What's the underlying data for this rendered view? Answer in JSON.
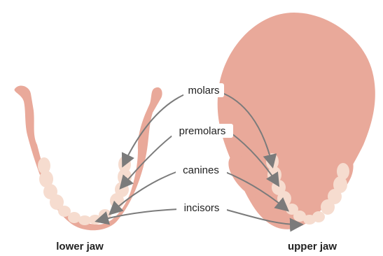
{
  "colors": {
    "bone": "#e9a99a",
    "teeth": "#f6dccf",
    "arrow": "#7b7b7b",
    "text": "#222222"
  },
  "labels": {
    "molars": "molars",
    "premolars": "premolars",
    "canines": "canines",
    "incisors": "incisors",
    "lower_jaw": "lower jaw",
    "upper_jaw": "upper jaw"
  }
}
